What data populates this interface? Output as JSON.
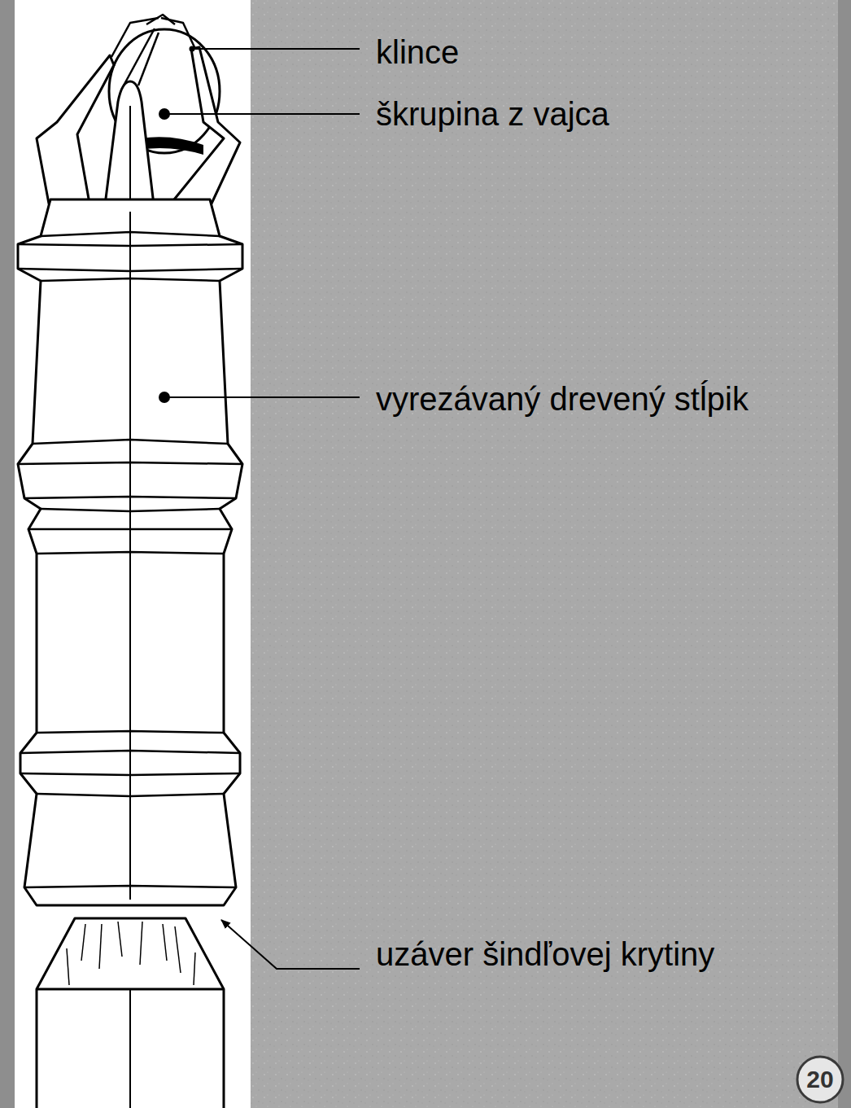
{
  "diagram": {
    "nodes": [
      {
        "text": [
          "20"
        ]
      }
    ],
    "labels": [
      "klince",
      "škrupina z vajca",
      "vyrezávaný drevený stĺpik",
      "uzáver šindľovej krytiny"
    ]
  }
}
